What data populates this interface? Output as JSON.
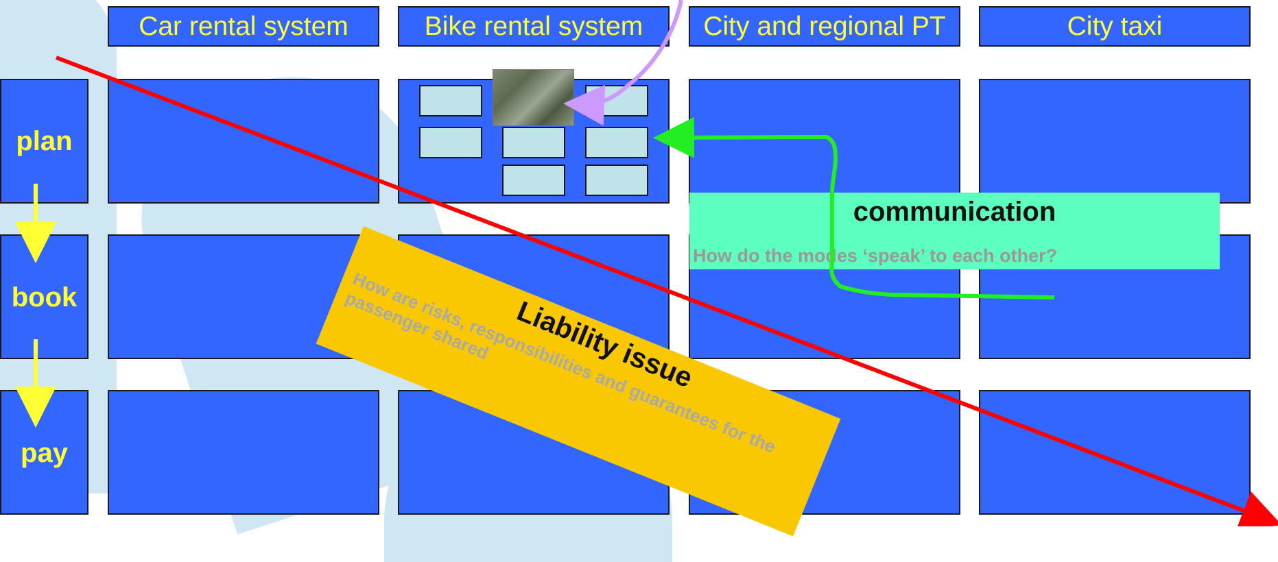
{
  "columns": [
    "Car rental system",
    "Bike rental system",
    "City and regional PT",
    "City taxi"
  ],
  "rows": [
    "plan",
    "book",
    "pay"
  ],
  "liability": {
    "title": "Liability issue",
    "question": "How are risks, responsibilities and guarantees for the passenger shared"
  },
  "communication": {
    "title": "communication",
    "question": "How do the modes ‘speak’ to each other?"
  },
  "colors": {
    "cell": "#3366ff",
    "label": "#ffff33",
    "liability": "#f9c800",
    "communication": "#5cffbe",
    "red_arrow": "#ff0000",
    "green_arrow": "#22ee22",
    "purple_arrow": "#cc99ff"
  }
}
